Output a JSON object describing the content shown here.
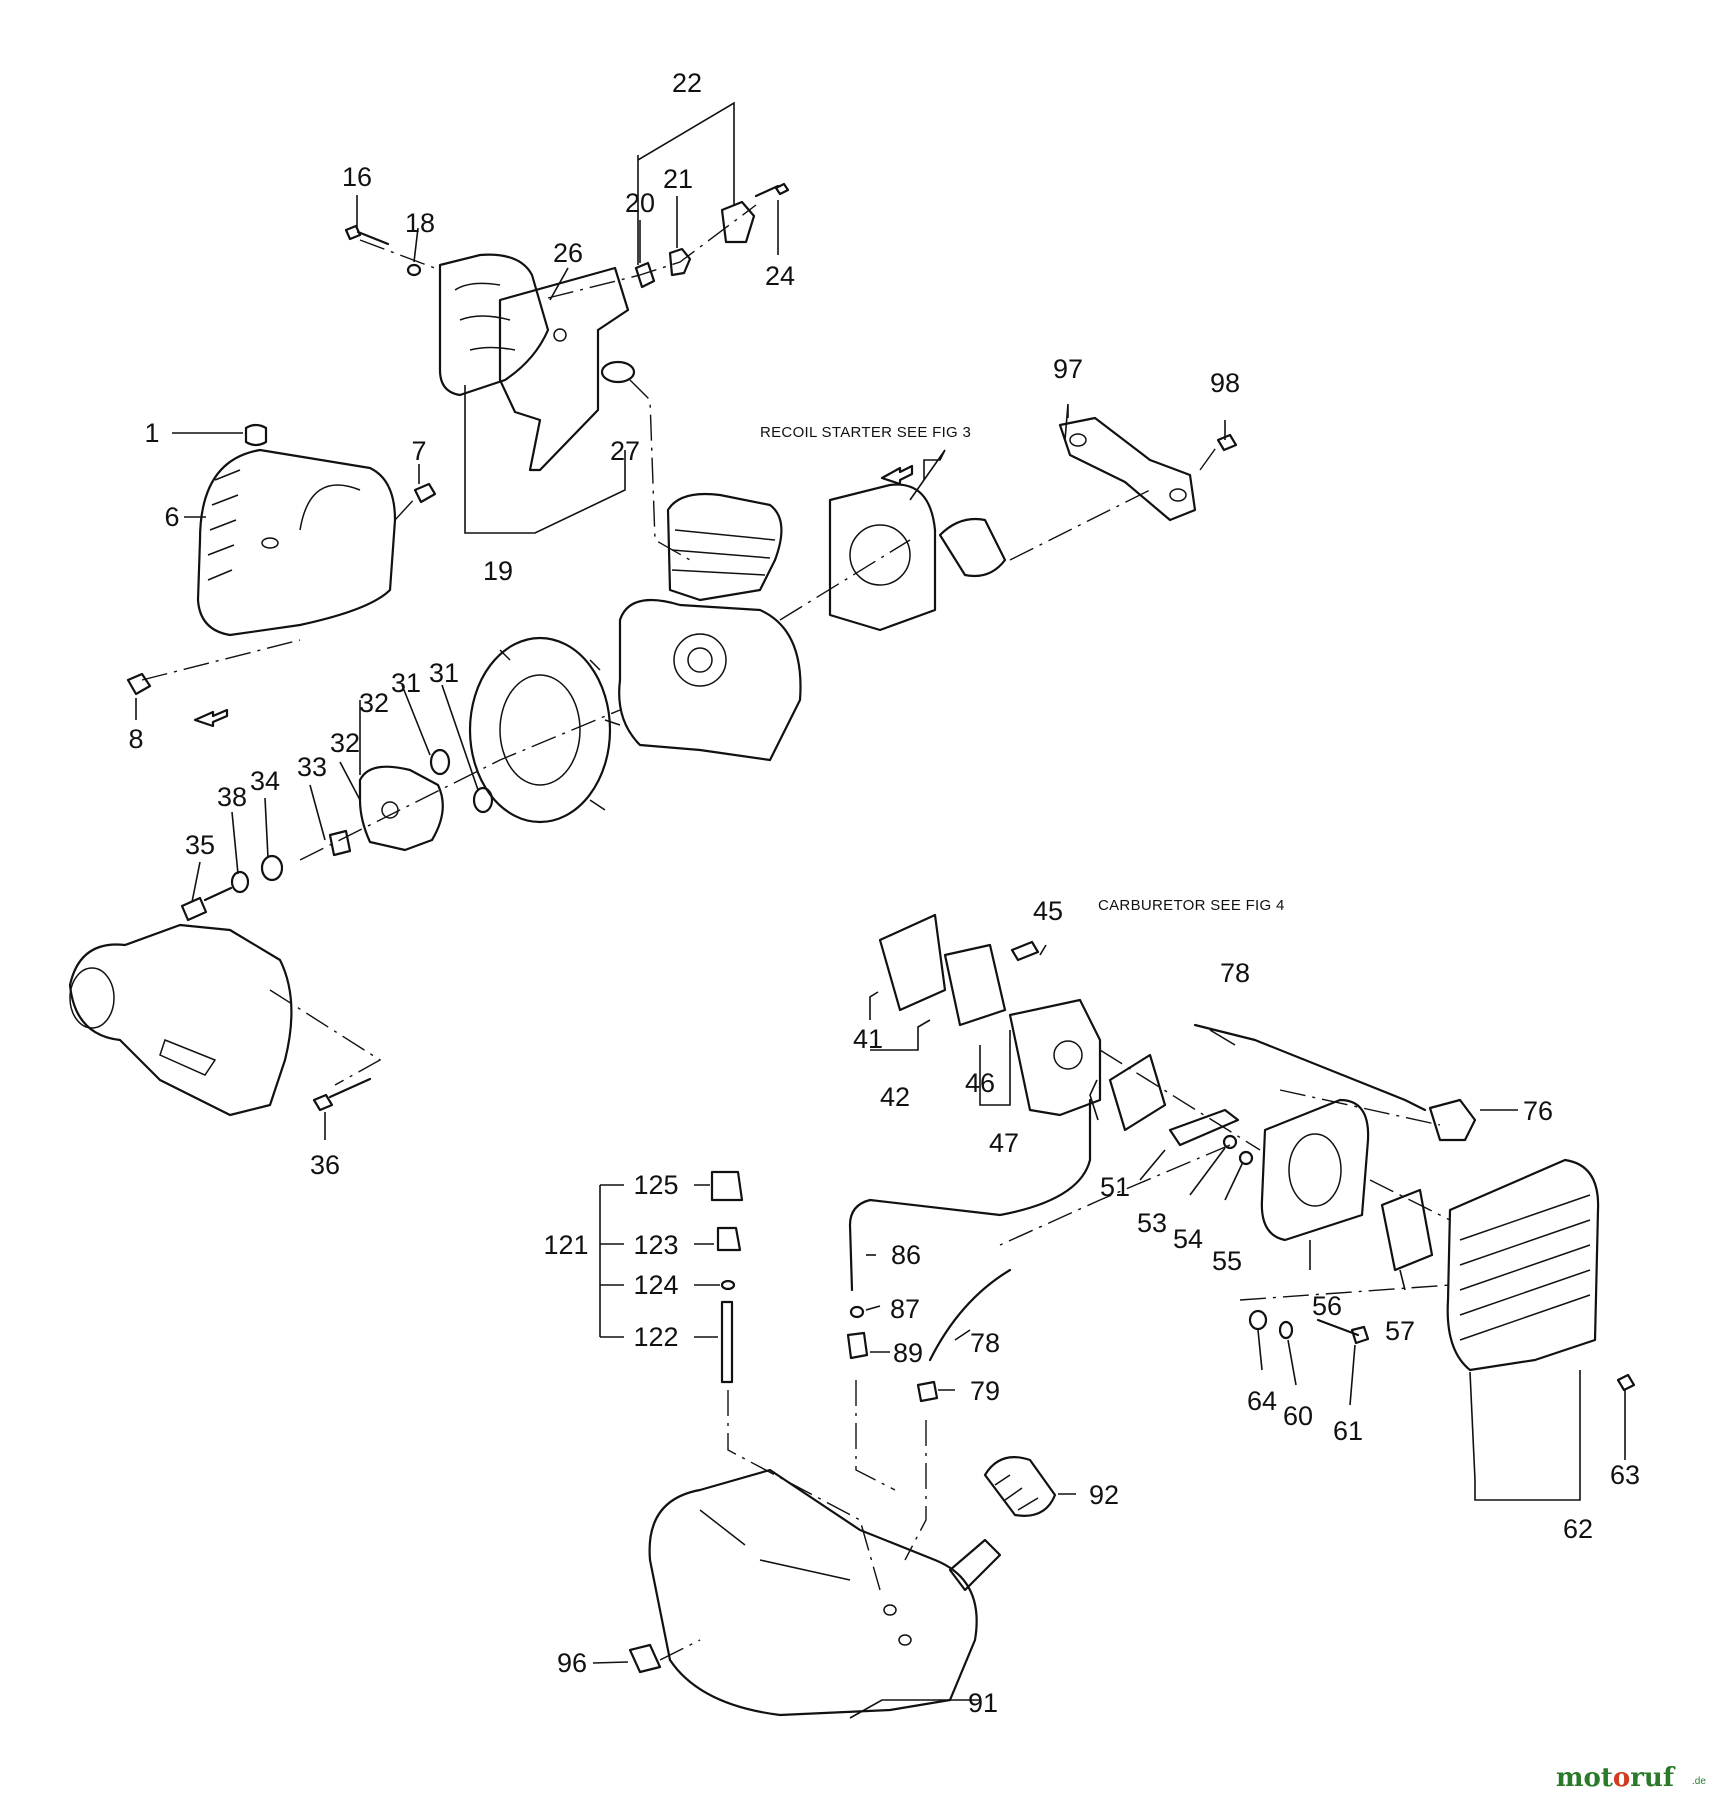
{
  "notes": {
    "recoil": "RECOIL STARTER SEE FIG 3",
    "carburetor": "CARBURETOR SEE FIG 4"
  },
  "watermark": {
    "text_a": "mot",
    "text_o": "o",
    "text_b": "ruf",
    "suffix": ".de"
  },
  "callouts": {
    "n1": "1",
    "n6": "6",
    "n7": "7",
    "n8": "8",
    "n16": "16",
    "n18": "18",
    "n19": "19",
    "n20": "20",
    "n21": "21",
    "n22": "22",
    "n24": "24",
    "n26": "26",
    "n27": "27",
    "n31a": "31",
    "n31b": "31",
    "n32a": "32",
    "n32b": "32",
    "n33": "33",
    "n34": "34",
    "n35": "35",
    "n36": "36",
    "n38": "38",
    "n41": "41",
    "n42": "42",
    "n45": "45",
    "n46": "46",
    "n47": "47",
    "n51": "51",
    "n53": "53",
    "n54": "54",
    "n55": "55",
    "n56": "56",
    "n57": "57",
    "n60": "60",
    "n61": "61",
    "n62": "62",
    "n63": "63",
    "n64": "64",
    "n76": "76",
    "n78a": "78",
    "n78b": "78",
    "n79": "79",
    "n86": "86",
    "n87": "87",
    "n89": "89",
    "n91": "91",
    "n92": "92",
    "n96": "96",
    "n97": "97",
    "n98": "98",
    "n121": "121",
    "n122": "122",
    "n123": "123",
    "n124": "124",
    "n125": "125"
  }
}
